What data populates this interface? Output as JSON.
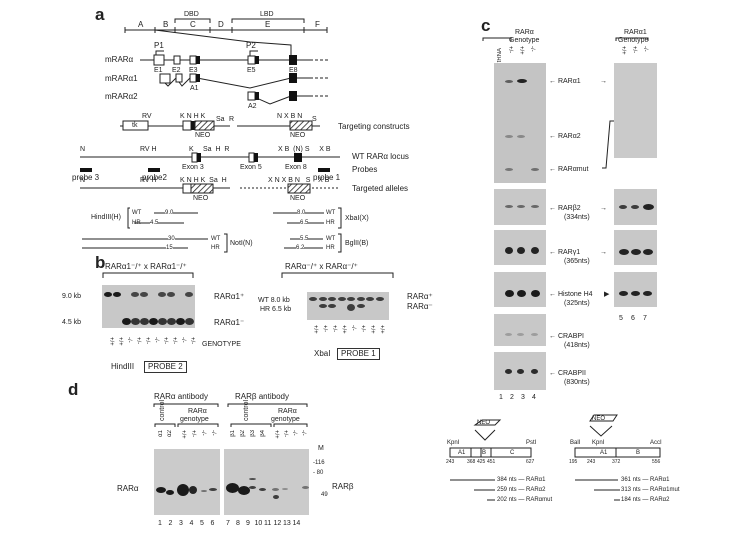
{
  "panels": {
    "a": {
      "label": "a",
      "domains": [
        "A",
        "B",
        "C",
        "D",
        "E",
        "F"
      ],
      "domain_groups": [
        "DBD",
        "LBD"
      ],
      "promoters": [
        "P1",
        "P2"
      ],
      "isoforms": [
        "mRARα",
        "mRARα1",
        "mRARα2"
      ],
      "exons": [
        "E1",
        "E2",
        "E3",
        "E5",
        "E8"
      ],
      "isoform_exons": [
        "A1",
        "A2"
      ],
      "row_labels": [
        "Targeting constructs",
        "WT RARα locus",
        "Probes",
        "Targeted alleles"
      ],
      "construct_left_sites": [
        "RV",
        "K",
        "N",
        "H",
        "K",
        "Sa",
        "R"
      ],
      "construct_right_sites": [
        "N",
        "X",
        "B",
        "N",
        "S"
      ],
      "tk_label": "tk",
      "neo_label": "NEO",
      "wt_locus_sites_left": [
        "N",
        "RV",
        "H",
        "K",
        "Sa",
        "H",
        "R"
      ],
      "wt_locus_sites_right": [
        "X",
        "B",
        "(N)",
        "S",
        "X",
        "B"
      ],
      "wt_exons": [
        "Exon 3",
        "Exon 5",
        "Exon 8"
      ],
      "probes": [
        "probe 3",
        "probe2",
        "probe 1"
      ],
      "targeted_sites_left": [
        "N",
        "RV",
        "H",
        "K",
        "N",
        "H",
        "K",
        "Sa",
        "H"
      ],
      "targeted_sites_right": [
        "X",
        "N",
        "X",
        "B",
        "N",
        "S",
        "X",
        "B"
      ],
      "digests": [
        {
          "enzyme": "HindIII(H)",
          "wt": "9.0",
          "hr": "4.5"
        },
        {
          "enzyme": "XbaI(X)",
          "wt": "8.0",
          "hr": "6.5"
        },
        {
          "enzyme": "NotI(N)",
          "wt": "30",
          "hr": "15"
        },
        {
          "enzyme": "BglII(B)",
          "wt": "5.5",
          "hr": "6.2"
        }
      ],
      "wt_label": "WT",
      "hr_label": "HR"
    },
    "b": {
      "label": "b",
      "left": {
        "cross": "RARα1⁻/⁺ x RARα1⁻/⁺",
        "size_labels": [
          "9.0 kb",
          "4.5 kb"
        ],
        "band_labels": [
          "RARα1⁺",
          "RARα1⁻"
        ],
        "genotypes": [
          "+/+",
          "+/+",
          "-/-",
          "+/-",
          "+/-",
          "-/-",
          "+/-",
          "+/-",
          "-/-",
          "+/-"
        ],
        "genotype_label": "GENOTYPE",
        "enzyme": "HindIII",
        "probe": "PROBE 2"
      },
      "right": {
        "cross": "RARα⁻/⁺ x RARα⁻/⁺",
        "size_labels": [
          "WT 8.0 kb",
          "HR 6.5 kb"
        ],
        "band_labels": [
          "RARα⁺",
          "RARα⁻"
        ],
        "genotypes": [
          "+/+",
          "+/-",
          "+/-",
          "+/+",
          "-/-",
          "+/-",
          "+/+",
          "+/+"
        ],
        "enzyme": "XbaI",
        "probe": "PROBE 1"
      }
    },
    "c": {
      "label": "c",
      "left_header": [
        "RARα",
        "Genotype"
      ],
      "right_header": [
        "RARα1",
        "Genotype"
      ],
      "trna_label": "tRNA",
      "left_genotypes": [
        "+/-",
        "+/+",
        "-/-"
      ],
      "right_genotypes": [
        "+/+",
        "+/-",
        "-/-"
      ],
      "probes": [
        {
          "name": "RARα1",
          "size": ""
        },
        {
          "name": "RARα2",
          "size": ""
        },
        {
          "name": "RARαmut",
          "size": ""
        },
        {
          "name": "RARβ2",
          "size": "(334nts)"
        },
        {
          "name": "RARγ1",
          "size": "(365nts)"
        },
        {
          "name": "Histone H4",
          "size": "(325nts)"
        },
        {
          "name": "CRABPI",
          "size": "(418nts)"
        },
        {
          "name": "CRABPII",
          "size": "(830nts)"
        }
      ],
      "left_lanes": [
        "1",
        "2",
        "3",
        "4"
      ],
      "right_lanes": [
        "5",
        "6",
        "7"
      ],
      "map_left": {
        "sites": [
          "KpnI",
          "PstI"
        ],
        "segments": [
          "A1",
          "B",
          "C"
        ],
        "coords": [
          "243",
          "368",
          "425",
          "451",
          "627"
        ],
        "neo": "NEO",
        "fragments": [
          {
            "size": "384 nts",
            "name": "RARα1"
          },
          {
            "size": "259 nts",
            "name": "RARα2"
          },
          {
            "size": "202 nts",
            "name": "RARαmut"
          }
        ]
      },
      "map_right": {
        "sites": [
          "BalI",
          "KpnI",
          "AccI"
        ],
        "segments": [
          "A1",
          "B"
        ],
        "coords": [
          "195",
          "243",
          "372",
          "556"
        ],
        "neo": "NEO",
        "fragments": [
          {
            "size": "361 nts",
            "name": "RARα1"
          },
          {
            "size": "313 nts",
            "name": "RARα1mut"
          },
          {
            "size": "184 nts",
            "name": "RARα2"
          }
        ]
      }
    },
    "d": {
      "label": "d",
      "left_header": "RARα antibody",
      "right_header": "RARβ antibody",
      "control_label": "control",
      "genotype_header": [
        "RARα",
        "genotype"
      ],
      "left_controls": [
        "α1",
        "α2"
      ],
      "right_controls": [
        "β1",
        "β2",
        "β3",
        "β4"
      ],
      "genotypes": [
        "+/+",
        "+/-",
        "-/-",
        "-/-"
      ],
      "band_left": "RARα",
      "band_right": "RARβ",
      "marker_label": "M",
      "markers": [
        "-116",
        "- 80",
        "49"
      ],
      "lanes_left": [
        "1",
        "2",
        "3",
        "4",
        "5",
        "6"
      ],
      "lanes_right": [
        "7",
        "8",
        "9",
        "10",
        "11",
        "12",
        "13",
        "14"
      ]
    }
  }
}
